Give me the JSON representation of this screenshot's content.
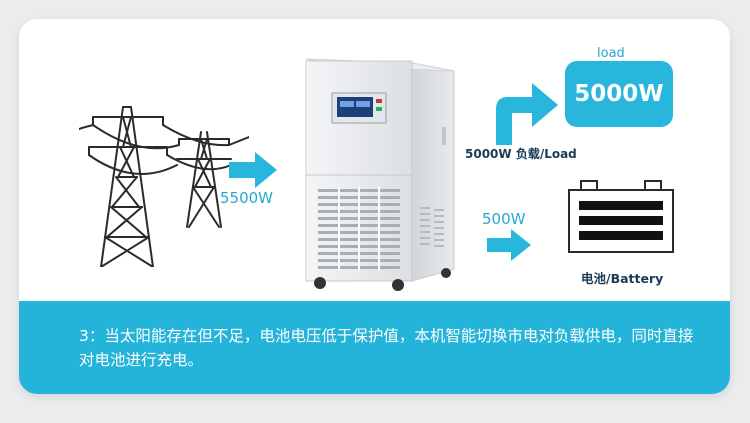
{
  "power_in": {
    "value_label": "5500W"
  },
  "load": {
    "title": "load",
    "value": "5000W",
    "arrow_label": "5000W  负载/Load"
  },
  "battery": {
    "charge_label": "500W",
    "label": "电池/Battery"
  },
  "caption": {
    "text": "3：当太阳能存在但不足，电池电压低于保护值，本机智能切换市电对负载供电，同时直接对电池进行充电。"
  },
  "colors": {
    "accent": "#29b6dc",
    "banner": "#25b4d9",
    "text_blue": "#2aa6d2",
    "text_dark": "#1b3a55"
  },
  "icons": [
    "power-tower-icon",
    "inverter-cabinet-icon",
    "arrow-right-icon",
    "arrow-up-right-icon",
    "battery-icon"
  ]
}
